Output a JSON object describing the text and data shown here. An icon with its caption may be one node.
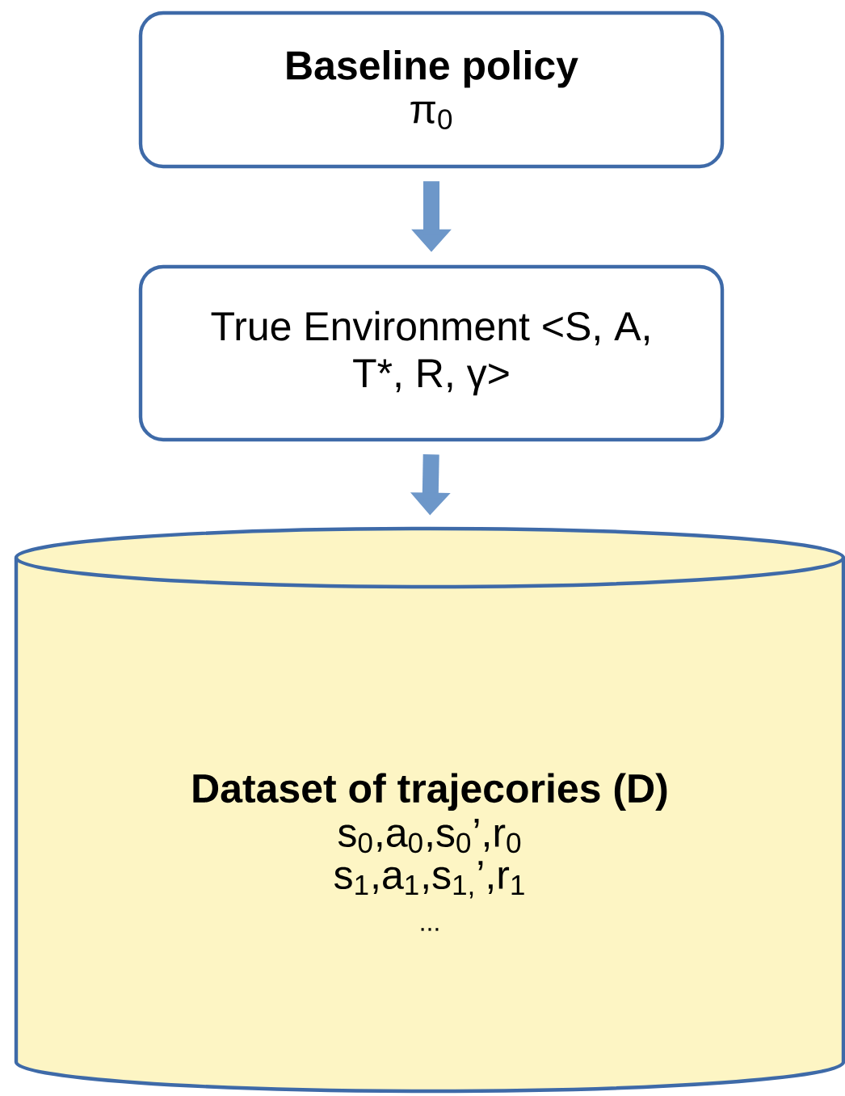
{
  "diagram": {
    "nodes": [
      {
        "text": [
          "Baseline policy",
          "π$_{0}$"
        ]
      },
      {
        "text": [
          "True Environment <S, A, T*, R, γ>"
        ]
      },
      {
        "text": [
          "Dataset of trajecories (D)",
          "s$_{0}$,a$_{0}$,s$_{0}$’,r$_{0}$",
          "s$_{1}$,a$_{1}$,s$_{1,}$’,r$_{1}$",
          "..."
        ]
      }
    ],
    "edges": [
      {
        "from": 0,
        "to": 1,
        "arrow": "to"
      },
      {
        "from": 1,
        "to": 2,
        "arrow": "to"
      }
    ]
  }
}
